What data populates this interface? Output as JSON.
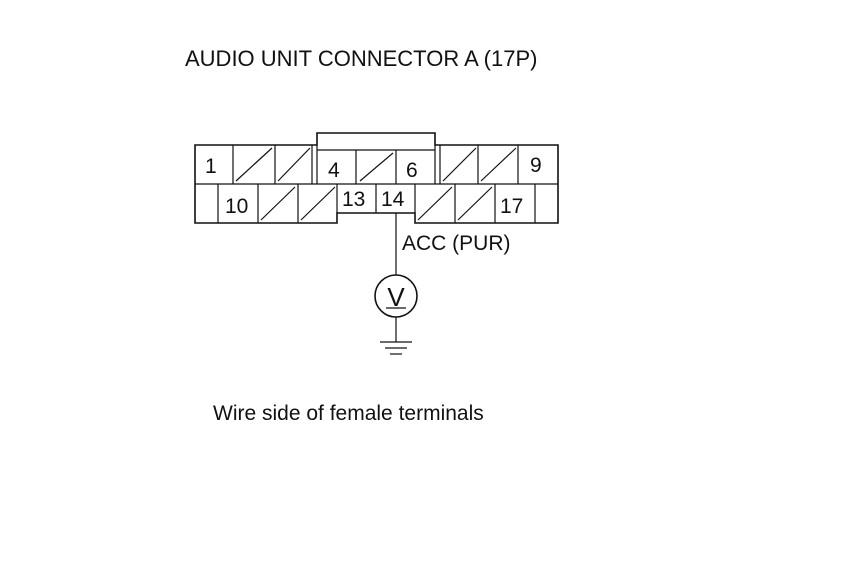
{
  "title": "AUDIO UNIT CONNECTOR A (17P)",
  "caption": "Wire side of female terminals",
  "wire_label": "ACC (PUR)",
  "meter_symbol": "V",
  "pins": {
    "p1": "1",
    "p4": "4",
    "p6": "6",
    "p9": "9",
    "p10": "10",
    "p13": "13",
    "p14": "14",
    "p17": "17"
  },
  "icons": {
    "meter": "voltmeter-icon",
    "ground": "ground-icon"
  }
}
